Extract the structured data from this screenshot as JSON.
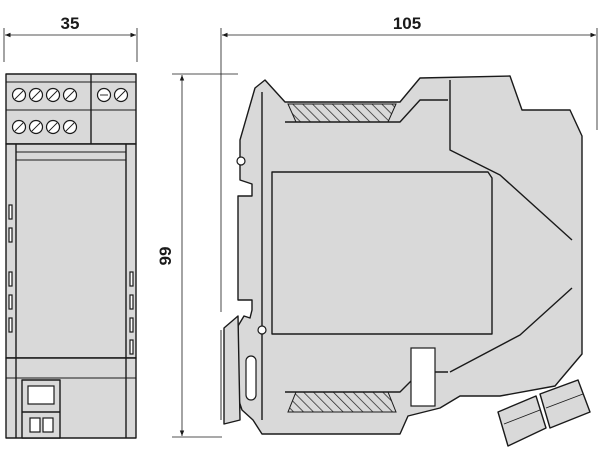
{
  "dimensions": {
    "width_label": "35",
    "length_label": "105",
    "height_label": "99"
  },
  "colors": {
    "body": "#d9d9d9",
    "line": "#1a1a1a",
    "background": "#ffffff"
  },
  "views": {
    "front": "front-view",
    "side": "side-view"
  }
}
